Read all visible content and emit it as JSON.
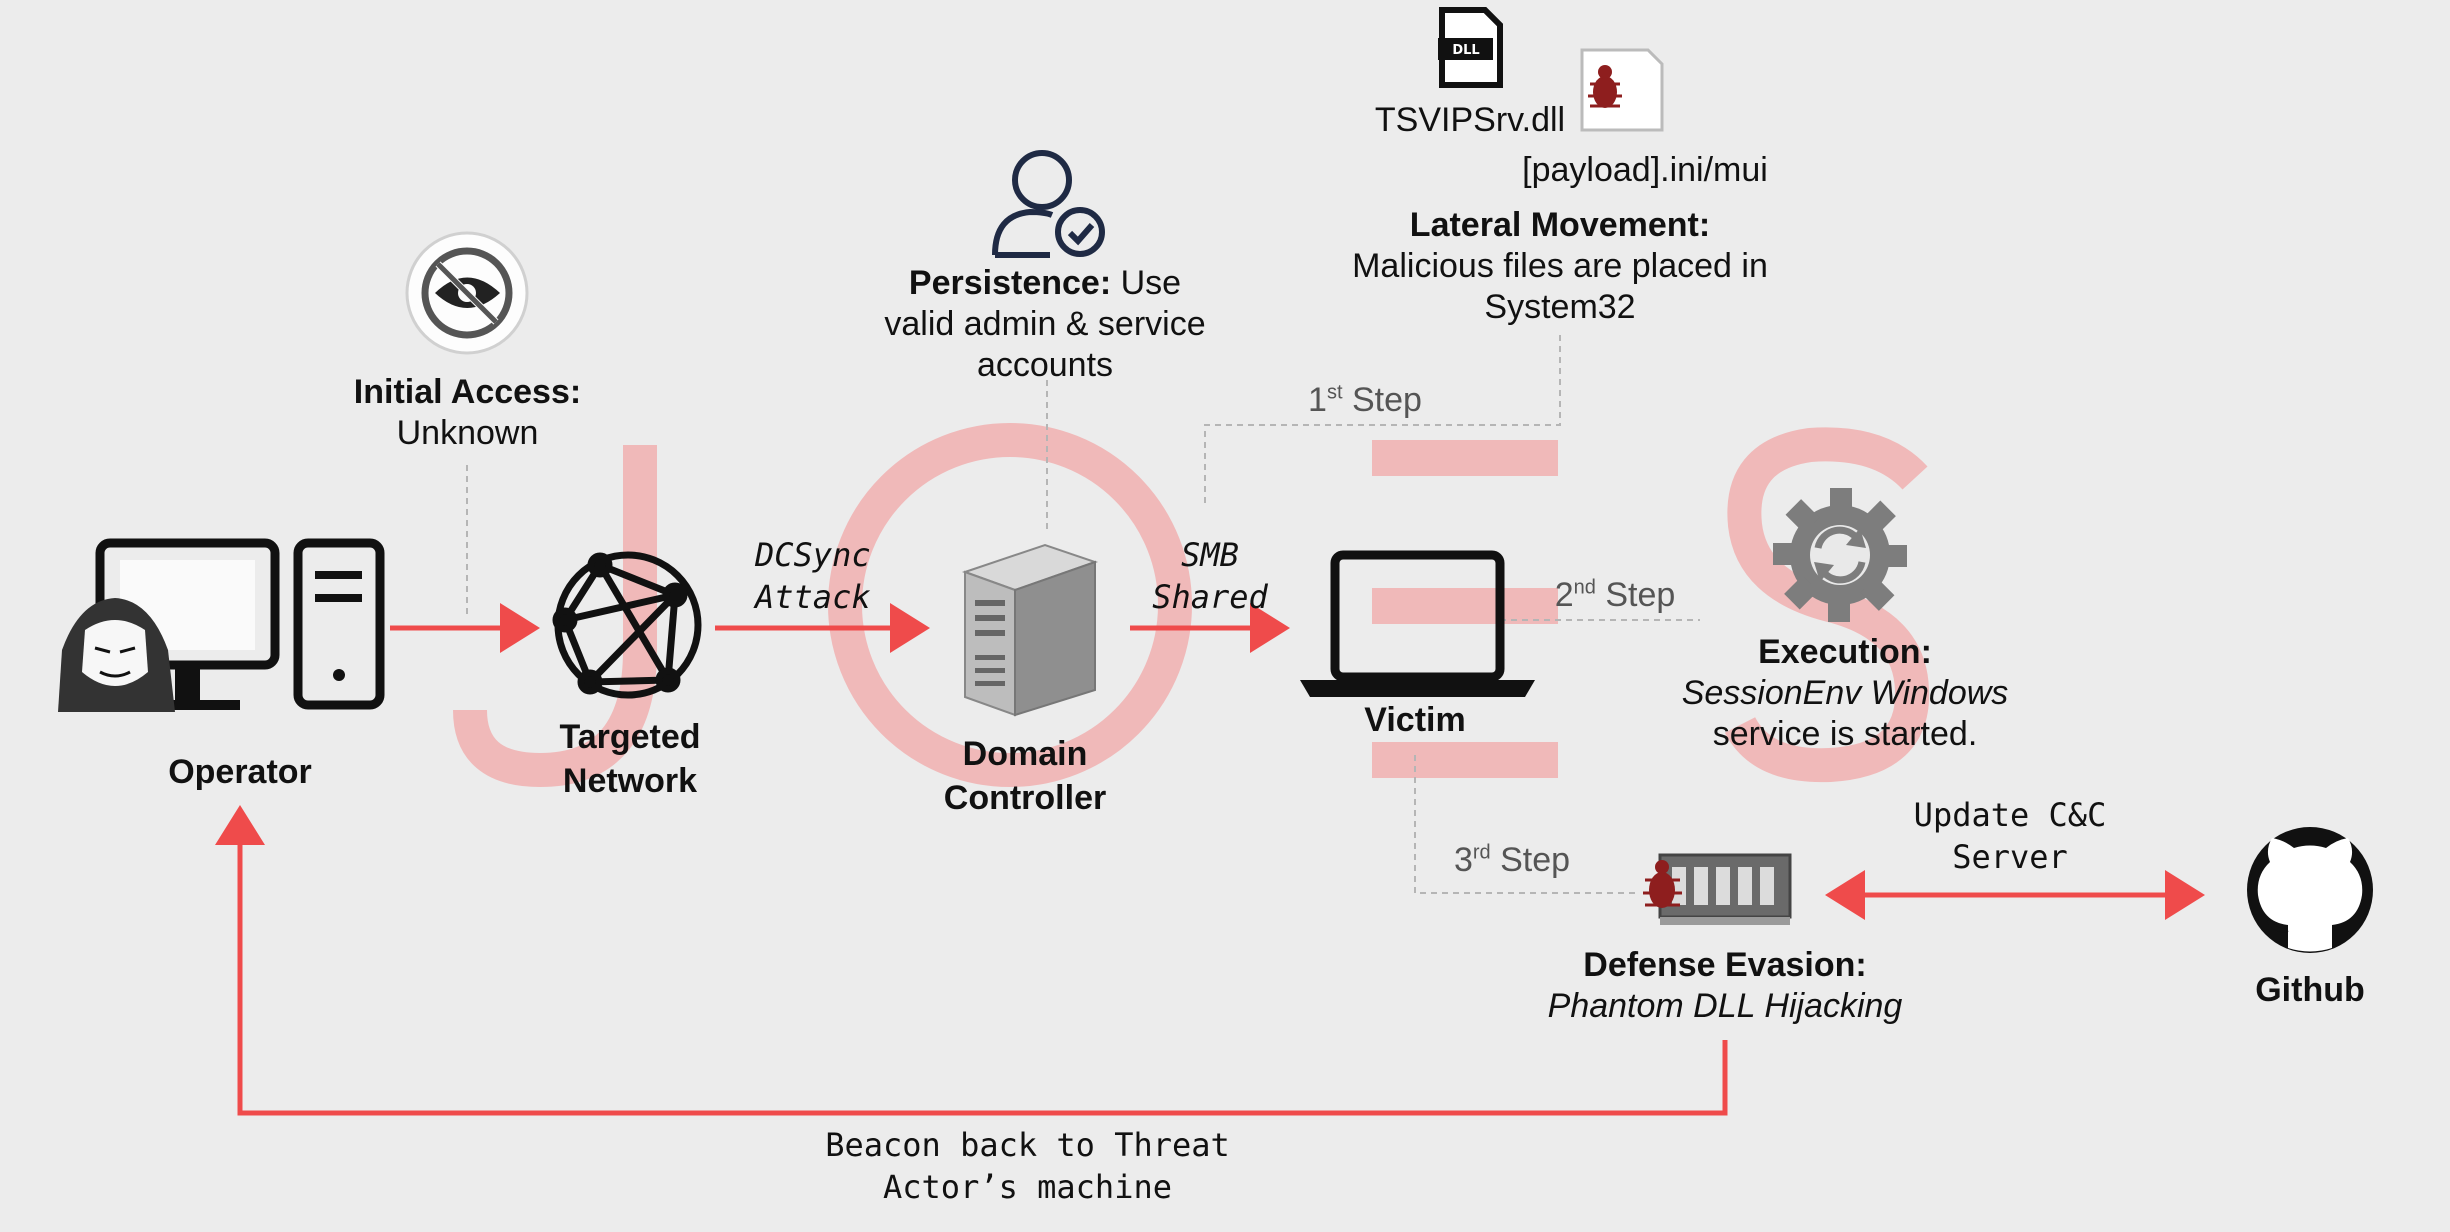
{
  "watermark": "JOES",
  "icons": {
    "dll_file_badge": "DLL"
  },
  "nodes": {
    "operator": "Operator",
    "targeted_network": [
      "Targeted",
      "Network"
    ],
    "domain_controller": [
      "Domain",
      "Controller"
    ],
    "victim": "Victim",
    "github": "Github"
  },
  "annotations": {
    "initial_access": {
      "title": "Initial Access:",
      "body": "Unknown"
    },
    "persistence": {
      "title": "Persistence:",
      "body_inline": "Use",
      "lines": [
        "valid admin & service",
        "accounts"
      ]
    },
    "lateral_movement": {
      "title": "Lateral Movement:",
      "lines": [
        "Malicious files are placed in",
        "System32"
      ]
    },
    "execution": {
      "title": "Execution:",
      "lines": [
        "SessionEnv Windows",
        "service is started."
      ]
    },
    "defense_evasion": {
      "title": "Defense Evasion:",
      "body": "Phantom DLL Hijacking"
    }
  },
  "files": {
    "dll": "TSVIPSrv.dll",
    "payload": "[payload].ini/mui"
  },
  "edges": {
    "dcsync": [
      "DCSync",
      "Attack"
    ],
    "smb": [
      "SMB",
      "Shared"
    ],
    "update_cc": [
      "Update C&C",
      "Server"
    ],
    "beacon": [
      "Beacon back to Threat",
      "Actor’s machine"
    ]
  },
  "steps": {
    "first": {
      "num": "1",
      "sup": "st",
      "word": "Step"
    },
    "second": {
      "num": "2",
      "sup": "nd",
      "word": "Step"
    },
    "third": {
      "num": "3",
      "sup": "rd",
      "word": "Step"
    }
  },
  "colors": {
    "arrow": "#ef4b4b",
    "watermark": "#f0b9b9",
    "dashed": "#b5b5b5",
    "gear": "#7d7d7d"
  }
}
